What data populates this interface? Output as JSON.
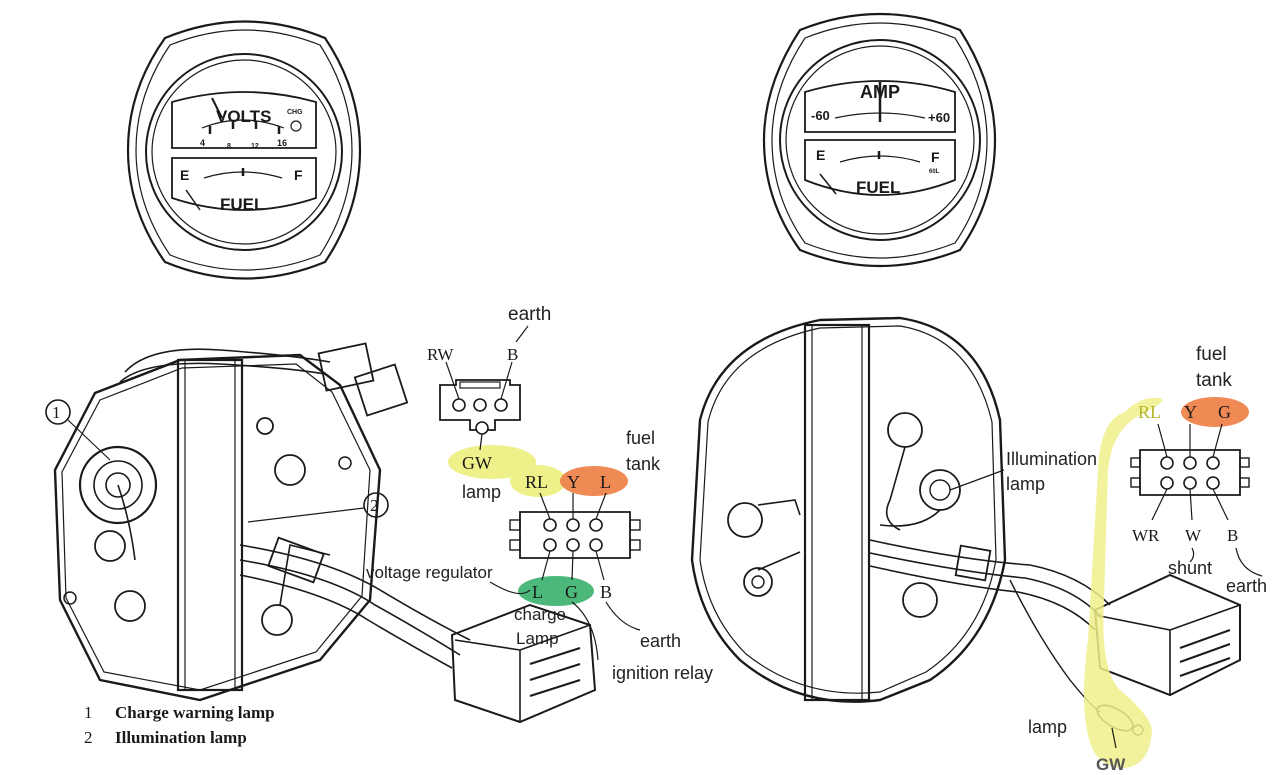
{
  "colors": {
    "highlight_yellow": "#eef08a",
    "highlight_orange": "#f08a55",
    "highlight_green": "#4cb87a",
    "ink": "#1a1a1a"
  },
  "left_gauge": {
    "top_title": "VOLTS",
    "chg": "CHG",
    "scale": [
      "4",
      "8",
      "12",
      "16"
    ],
    "left_mark": "E",
    "right_mark": "F",
    "bottom_title": "FUEL"
  },
  "right_gauge": {
    "top_title": "AMP",
    "neg": "-60",
    "pos": "+60",
    "left_mark": "E",
    "right_mark": "F",
    "sub_mark": "60L",
    "bottom_title": "FUEL"
  },
  "left_diagram": {
    "callout_1": "1",
    "callout_2": "2",
    "legend": [
      {
        "num": "1",
        "text": "Charge warning lamp"
      },
      {
        "num": "2",
        "text": "Illumination lamp"
      }
    ],
    "small_connector": {
      "earth": "earth",
      "rw": "RW",
      "b": "B",
      "gw": "GW",
      "lamp": "lamp"
    },
    "main_connector": {
      "rl": "RL",
      "y": "Y",
      "l": "L",
      "fuel": "fuel",
      "tank": "tank",
      "l_bottom": "L",
      "g_bottom": "G",
      "b_bottom": "B",
      "voltage_regulator": "voltage regulator",
      "charge": "charge",
      "lamp": "Lamp",
      "earth": "earth",
      "ignition_relay": "ignition relay"
    }
  },
  "right_diagram": {
    "fuel": "fuel",
    "tank": "tank",
    "rl": "RL",
    "y": "Y",
    "g": "G",
    "illumination": "Illumination",
    "illum_lamp": "lamp",
    "wr": "WR",
    "w": "W",
    "b": "B",
    "shunt": "shunt",
    "earth": "earth",
    "lamp": "lamp",
    "gw": "GW"
  }
}
